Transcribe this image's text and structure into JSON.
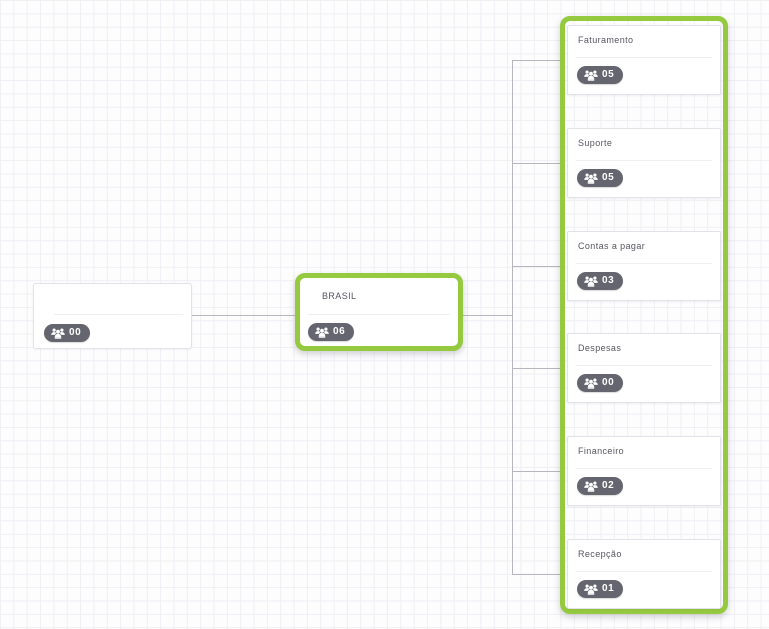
{
  "diagram": {
    "root": {
      "title": "",
      "member_count": "00"
    },
    "brasil": {
      "title": "BRASIL",
      "member_count": "06"
    },
    "children": [
      {
        "title": "Faturamento",
        "member_count": "05"
      },
      {
        "title": "Suporte",
        "member_count": "05"
      },
      {
        "title": "Contas a pagar",
        "member_count": "03"
      },
      {
        "title": "Despesas",
        "member_count": "00"
      },
      {
        "title": "Financeiro",
        "member_count": "02"
      },
      {
        "title": "Recepção",
        "member_count": "01"
      }
    ]
  },
  "icons": {
    "member_badge": "users-group-icon"
  },
  "colors": {
    "highlight-green": "#95c93f",
    "badge-gray": "#65656f",
    "connector-gray": "#b6b6be",
    "card-border": "#e2e2e8",
    "title-text": "#565660",
    "grid-line": "#efeff4"
  }
}
